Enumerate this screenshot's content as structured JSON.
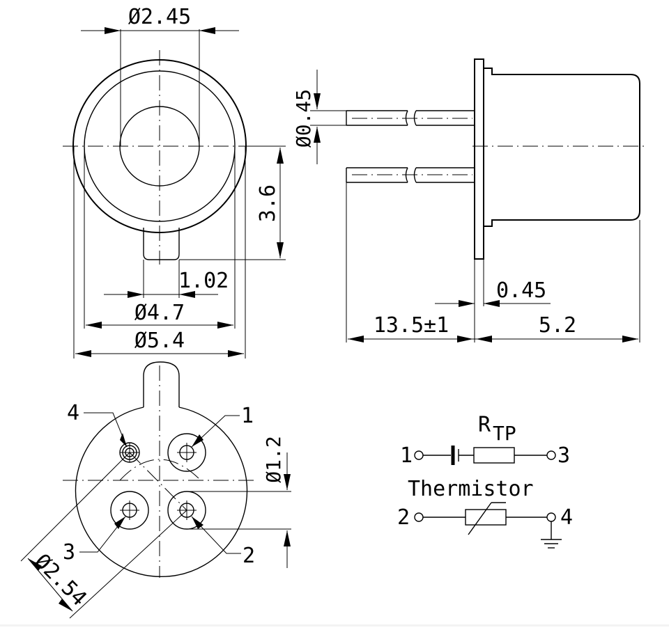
{
  "views": {
    "top": {
      "dia_bore": "Ø2.45",
      "dim_offset": "3.6",
      "dim_tab": "1.02",
      "dia_inner": "Ø4.7",
      "dia_outer": "Ø5.4"
    },
    "side": {
      "dia_lead": "Ø0.45",
      "flange": "0.45",
      "lead_length": "13.5±1",
      "body_length": "5.2"
    },
    "bottom": {
      "pins": [
        "1",
        "2",
        "3",
        "4"
      ],
      "pin_circle": "Ø2.54",
      "pin_pad": "Ø1.2"
    }
  },
  "schematic": {
    "resistor_label": "R",
    "resistor_sub": "TP",
    "caption": "Thermistor",
    "nodes": [
      "1",
      "3",
      "2",
      "4"
    ]
  }
}
